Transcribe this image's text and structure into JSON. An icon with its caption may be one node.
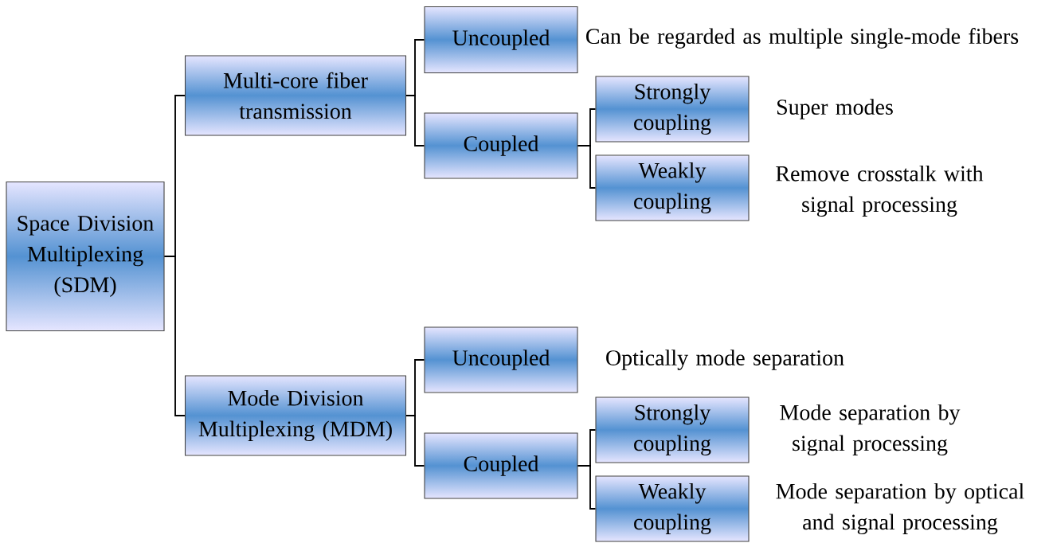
{
  "diagram": {
    "nodes": [
      {
        "text": [
          "Space Division Multiplexing (SDM)"
        ]
      },
      {
        "text": [
          "Multi-core fiber transmission"
        ]
      },
      {
        "text": [
          "Uncoupled"
        ]
      },
      {
        "text": [
          "Coupled"
        ]
      },
      {
        "text": [
          "Strongly coupling"
        ],
        "beside": [
          "Super modes"
        ]
      },
      {
        "text": [
          "Weakly coupling"
        ],
        "beside": [
          "Remove crosstalk with signal processing"
        ]
      },
      {
        "text": [
          "Mode Division Multiplexing (MDM)"
        ]
      },
      {
        "text": [
          "Uncoupled"
        ],
        "beside": [
          "Optically mode separation"
        ]
      },
      {
        "text": [
          "Coupled"
        ]
      },
      {
        "text": [
          "Strongly coupling"
        ],
        "beside": [
          "Mode separation by signal processing"
        ]
      },
      {
        "text": [
          "Weakly coupling"
        ],
        "beside": [
          "Mode separation by optical and signal processing"
        ]
      }
    ],
    "edges": [
      {
        "from": 0,
        "to": 1,
        "arrow": "none"
      },
      {
        "from": 0,
        "to": 6,
        "arrow": "none"
      },
      {
        "from": 1,
        "to": 2,
        "arrow": "none"
      },
      {
        "from": 1,
        "to": 3,
        "arrow": "none"
      },
      {
        "from": 3,
        "to": 4,
        "arrow": "none"
      },
      {
        "from": 3,
        "to": 5,
        "arrow": "none"
      },
      {
        "from": 6,
        "to": 7,
        "arrow": "none"
      },
      {
        "from": 6,
        "to": 8,
        "arrow": "none"
      },
      {
        "from": 8,
        "to": 9,
        "arrow": "none"
      },
      {
        "from": 8,
        "to": 10,
        "arrow": "none"
      }
    ],
    "labels": [
      "Can be regarded as multiple single-mode fibers"
    ]
  }
}
